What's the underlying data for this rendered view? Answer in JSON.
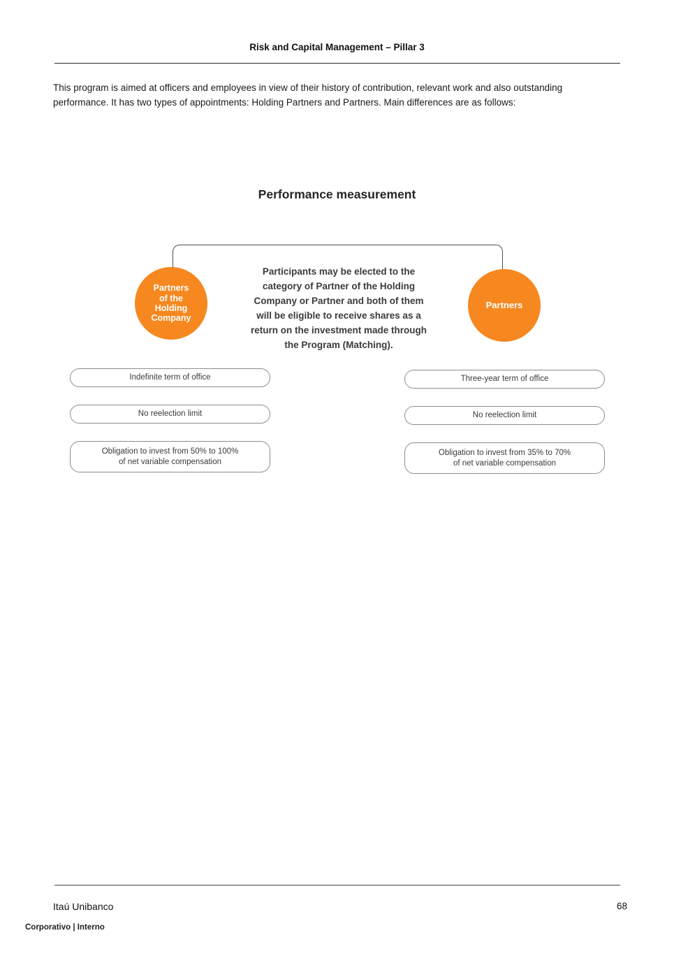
{
  "page": {
    "header_title": "Risk and Capital Management – Pillar 3",
    "intro_paragraph": "This program is aimed at officers and employees in view of their history of contribution, relevant work and also outstanding performance. It has two types of appointments: Holding Partners and Partners. Main differences are as follows:",
    "footer": {
      "company": "Itaú Unibanco",
      "page_number": "68",
      "classification": "Corporativo | Interno"
    }
  },
  "diagram": {
    "title": "Performance measurement",
    "center_text": "Participants may be elected to the\ncategory of Partner of the Holding\nCompany or Partner and both of them\nwill be eligible to receive shares as a\nreturn on the investment made through\nthe Program (Matching).",
    "colors": {
      "circle_orange": "#F6881F",
      "connector_gray": "#4f4f4f",
      "pill_border_gray": "#8c8c8c",
      "text_dark": "#3b3b3b"
    },
    "left": {
      "circle_label": "Partners\nof the\nHolding\nCompany",
      "items": [
        "Indefinite term of office",
        "No reelection limit",
        "Obligation to invest from 50% to 100%\nof net variable compensation"
      ]
    },
    "right": {
      "circle_label": "Partners",
      "items": [
        "Three-year term of office",
        "No reelection limit",
        "Obligation to invest from 35% to 70%\nof net variable compensation"
      ]
    }
  }
}
